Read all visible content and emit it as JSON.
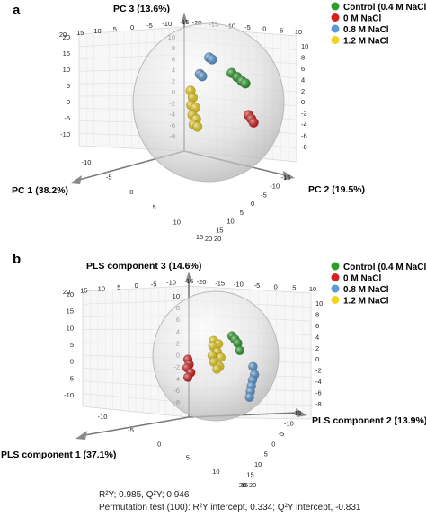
{
  "panel_labels": [
    "a",
    "b"
  ],
  "legend": [
    {
      "label": "Control (0.4 M NaCl)",
      "color": "#2aa02a"
    },
    {
      "label": "0 M NaCl",
      "color": "#d62020"
    },
    {
      "label": "0.8 M NaCl",
      "color": "#5b9bd5"
    },
    {
      "label": "1.2 M NaCl",
      "color": "#f2d41c"
    }
  ],
  "stats": {
    "line1": "R²Y; 0.985, Q²Y; 0.946",
    "line2": "Permutation test (100): R²Y intercept, 0.334; Q²Y intercept, -0.831"
  },
  "chart_data": [
    {
      "type": "scatter3d",
      "panel": "a",
      "axes": {
        "z_label": "PC 3 (13.6%)",
        "x_label": "PC 1 (38.2%)",
        "y_label": "PC 2 (19.5%)"
      },
      "top_ticks": [
        "20",
        "15",
        "10",
        "5",
        "0",
        "-5",
        "-10",
        "-15",
        "-20",
        "-15",
        "-10",
        "-5",
        "0",
        "5",
        "10"
      ],
      "left_vert_ticks": [
        "20",
        "15",
        "10",
        "5",
        "0",
        "-5",
        "-10"
      ],
      "center_vert_ticks": [
        "10",
        "8",
        "6",
        "4",
        "2",
        "0",
        "-2",
        "-4",
        "-6",
        "-8"
      ],
      "right_vert_ticks": [
        "10",
        "8",
        "6",
        "4",
        "2",
        "0",
        "-2",
        "-4",
        "-6",
        "-8"
      ],
      "x_axis_ticks": [
        "-10",
        "-5",
        "0",
        "5",
        "10",
        "15"
      ],
      "y_axis_ticks": [
        "-15",
        "-10",
        "-5",
        "0",
        "5",
        "10",
        "15",
        "20"
      ],
      "extra_tick": "20",
      "series": [
        {
          "name": "Control (0.4 M NaCl)",
          "points": [
            [
              3.5,
              2.5,
              4.8
            ],
            [
              4.5,
              2.8,
              4.3
            ],
            [
              5.4,
              3.0,
              3.8
            ],
            [
              6.0,
              3.3,
              3.5
            ]
          ]
        },
        {
          "name": "0 M NaCl",
          "points": [
            [
              6.8,
              3.0,
              -0.6
            ],
            [
              7.3,
              3.2,
              -1.1
            ],
            [
              7.7,
              3.4,
              -1.6
            ]
          ]
        },
        {
          "name": "0.8 M NaCl",
          "points": [
            [
              -1.6,
              3.0,
              6.3
            ],
            [
              -1.2,
              3.4,
              6.0
            ],
            [
              -3.6,
              3.0,
              3.9
            ],
            [
              -3.2,
              3.2,
              3.6
            ]
          ]
        },
        {
          "name": "1.2 M NaCl",
          "points": [
            [
              -5.0,
              2.0,
              1.7
            ],
            [
              -4.6,
              2.1,
              0.8
            ],
            [
              -4.8,
              1.9,
              -0.2
            ],
            [
              -4.0,
              2.1,
              -0.5
            ],
            [
              -4.6,
              2.0,
              -1.5
            ],
            [
              -3.8,
              2.0,
              -2.0
            ],
            [
              -4.4,
              2.1,
              -2.8
            ],
            [
              -3.6,
              2.1,
              -3.0
            ]
          ]
        }
      ]
    },
    {
      "type": "scatter3d",
      "panel": "b",
      "axes": {
        "z_label": "PLS component 3 (14.6%)",
        "x_label": "PLS component 1 (37.1%)",
        "y_label": "PLS component 2 (13.9%)"
      },
      "top_ticks": [
        "20",
        "15",
        "10",
        "5",
        "0",
        "-5",
        "-10",
        "-15",
        "-20",
        "-15",
        "-10",
        "-5",
        "0",
        "5",
        "10"
      ],
      "left_vert_ticks": [
        "20",
        "15",
        "10",
        "5",
        "0",
        "-5",
        "-10"
      ],
      "center_vert_ticks": [
        "10",
        "8",
        "6",
        "4",
        "2",
        "0",
        "-2",
        "-4",
        "-6",
        "-8"
      ],
      "right_vert_ticks": [
        "10",
        "8",
        "6",
        "4",
        "2",
        "0",
        "-2",
        "-4",
        "-6",
        "-8"
      ],
      "x_axis_ticks": [
        "-10",
        "-5",
        "0",
        "5",
        "10",
        "15"
      ],
      "y_axis_ticks": [
        "-15",
        "-10",
        "-5",
        "0",
        "5",
        "10",
        "15",
        "20"
      ],
      "extra_tick": "20",
      "series": [
        {
          "name": "Control (0.4 M NaCl)",
          "points": [
            [
              2.5,
              2.5,
              3.3
            ],
            [
              3.0,
              2.8,
              2.8
            ],
            [
              3.5,
              3.0,
              2.3
            ],
            [
              3.9,
              3.1,
              1.3
            ]
          ]
        },
        {
          "name": "0 M NaCl",
          "points": [
            [
              -7.0,
              2.0,
              -0.8
            ],
            [
              -6.7,
              2.0,
              -1.5
            ],
            [
              -7.2,
              2.0,
              -2.0
            ],
            [
              -6.4,
              2.1,
              -2.6
            ],
            [
              -7.0,
              2.0,
              -3.3
            ]
          ]
        },
        {
          "name": "0.8 M NaCl",
          "points": [
            [
              6.7,
              3.3,
              -0.7
            ],
            [
              7.0,
              3.4,
              -1.8
            ],
            [
              6.6,
              3.3,
              -2.6
            ],
            [
              6.4,
              3.2,
              -3.4
            ],
            [
              6.2,
              3.2,
              -4.2
            ],
            [
              6.0,
              3.2,
              -5.0
            ]
          ]
        },
        {
          "name": "1.2 M NaCl",
          "points": [
            [
              -1.0,
              1.5,
              2.5
            ],
            [
              0.0,
              1.7,
              2.1
            ],
            [
              -1.2,
              1.6,
              1.7
            ],
            [
              -0.2,
              1.6,
              1.0
            ],
            [
              -1.3,
              1.5,
              0.4
            ],
            [
              0.6,
              1.6,
              0.3
            ],
            [
              -1.0,
              1.6,
              -0.5
            ],
            [
              0.3,
              1.6,
              -1.0
            ],
            [
              -0.3,
              1.6,
              -1.4
            ]
          ]
        }
      ]
    }
  ]
}
